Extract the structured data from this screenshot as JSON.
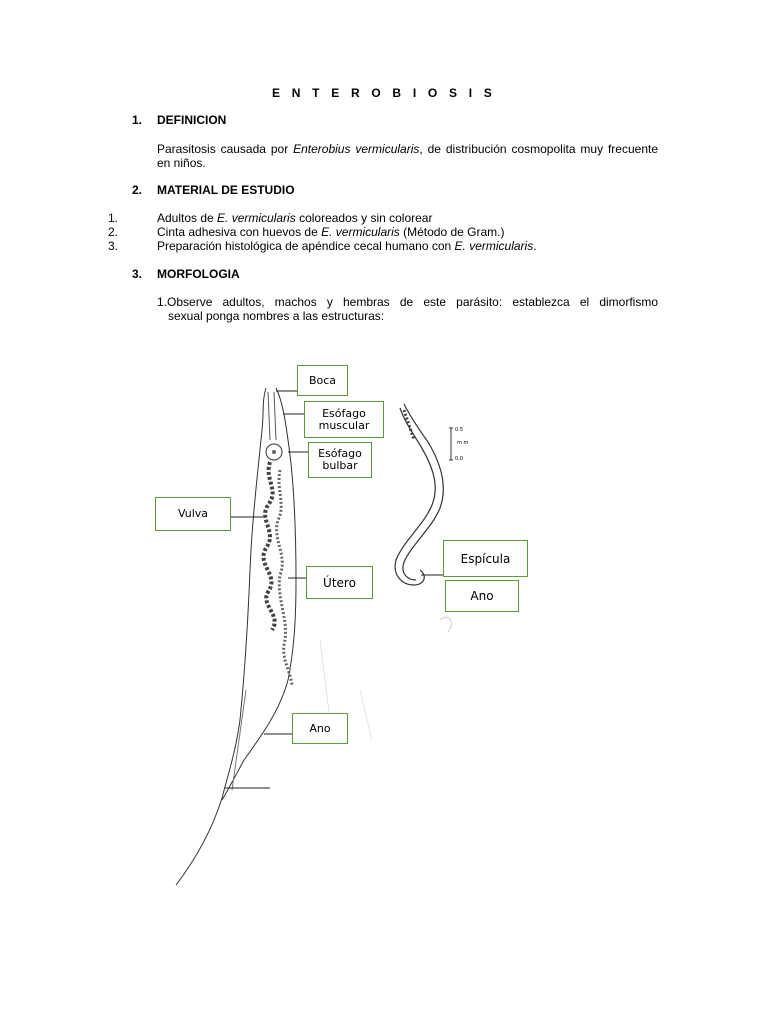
{
  "title": "E N T E R O B I O S I S",
  "sections": {
    "s1": {
      "num": "1.",
      "heading": "DEFINICION"
    },
    "definition": {
      "before": "Parasitosis causada por ",
      "species": "Enterobius vermicularis",
      "after": ", de distribución cosmopolita muy frecuente en niños."
    },
    "s2": {
      "num": "2.",
      "heading": "MATERIAL DE ESTUDIO"
    },
    "materials": [
      {
        "num": "1.",
        "pre": "Adultos de ",
        "italic": "E. vermicularis",
        "post": " coloreados y sin colorear"
      },
      {
        "num": "2.",
        "pre": "Cinta adhesiva con huevos de ",
        "italic": "E. vermicularis",
        "post": " (Método de Gram.)"
      },
      {
        "num": "3.",
        "pre": "Preparación histológica de apéndice cecal humano con ",
        "italic": "E. vermicularis",
        "post": "."
      }
    ],
    "s3": {
      "num": "3.",
      "heading": "MORFOLOGIA"
    },
    "instruction": {
      "num": "1.",
      "line1": "Observe adultos, machos y hembras de este parásito: establezca el dimorfismo",
      "line2": "sexual ponga nombres a las estructuras:"
    }
  },
  "figure": {
    "labels": {
      "boca": "Boca",
      "esofago_muscular_1": "Esófago",
      "esofago_muscular_2": "muscular",
      "esofago_bulbar_1": "Esófago",
      "esofago_bulbar_2": "bulbar",
      "vulva": "Vulva",
      "utero": "Útero",
      "ano_female": "Ano",
      "espicula": "Espícula",
      "ano_male": "Ano"
    },
    "scale": {
      "top": "0.5",
      "unit": "m m",
      "bottom": "0.0"
    },
    "label_color": "#5a9a3d"
  }
}
